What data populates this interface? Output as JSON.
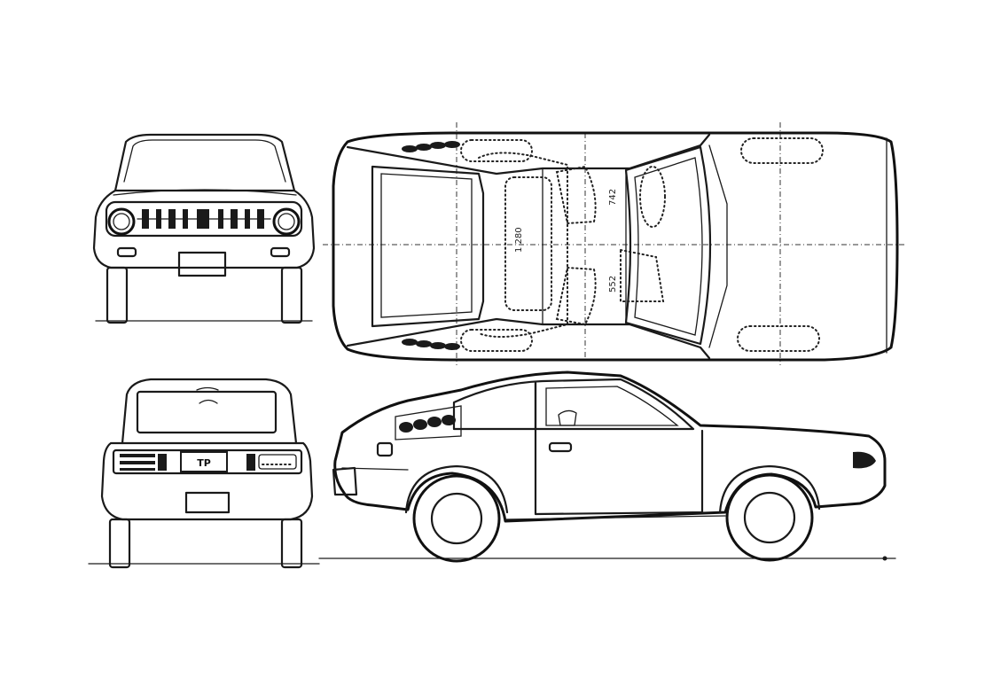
{
  "views": {
    "front": {
      "name": "front-view"
    },
    "top": {
      "name": "top-view",
      "dimension_labels": [
        "1 280",
        "742",
        "552"
      ]
    },
    "rear": {
      "name": "rear-view",
      "plate_text": "TP"
    },
    "side": {
      "name": "side-view"
    }
  }
}
